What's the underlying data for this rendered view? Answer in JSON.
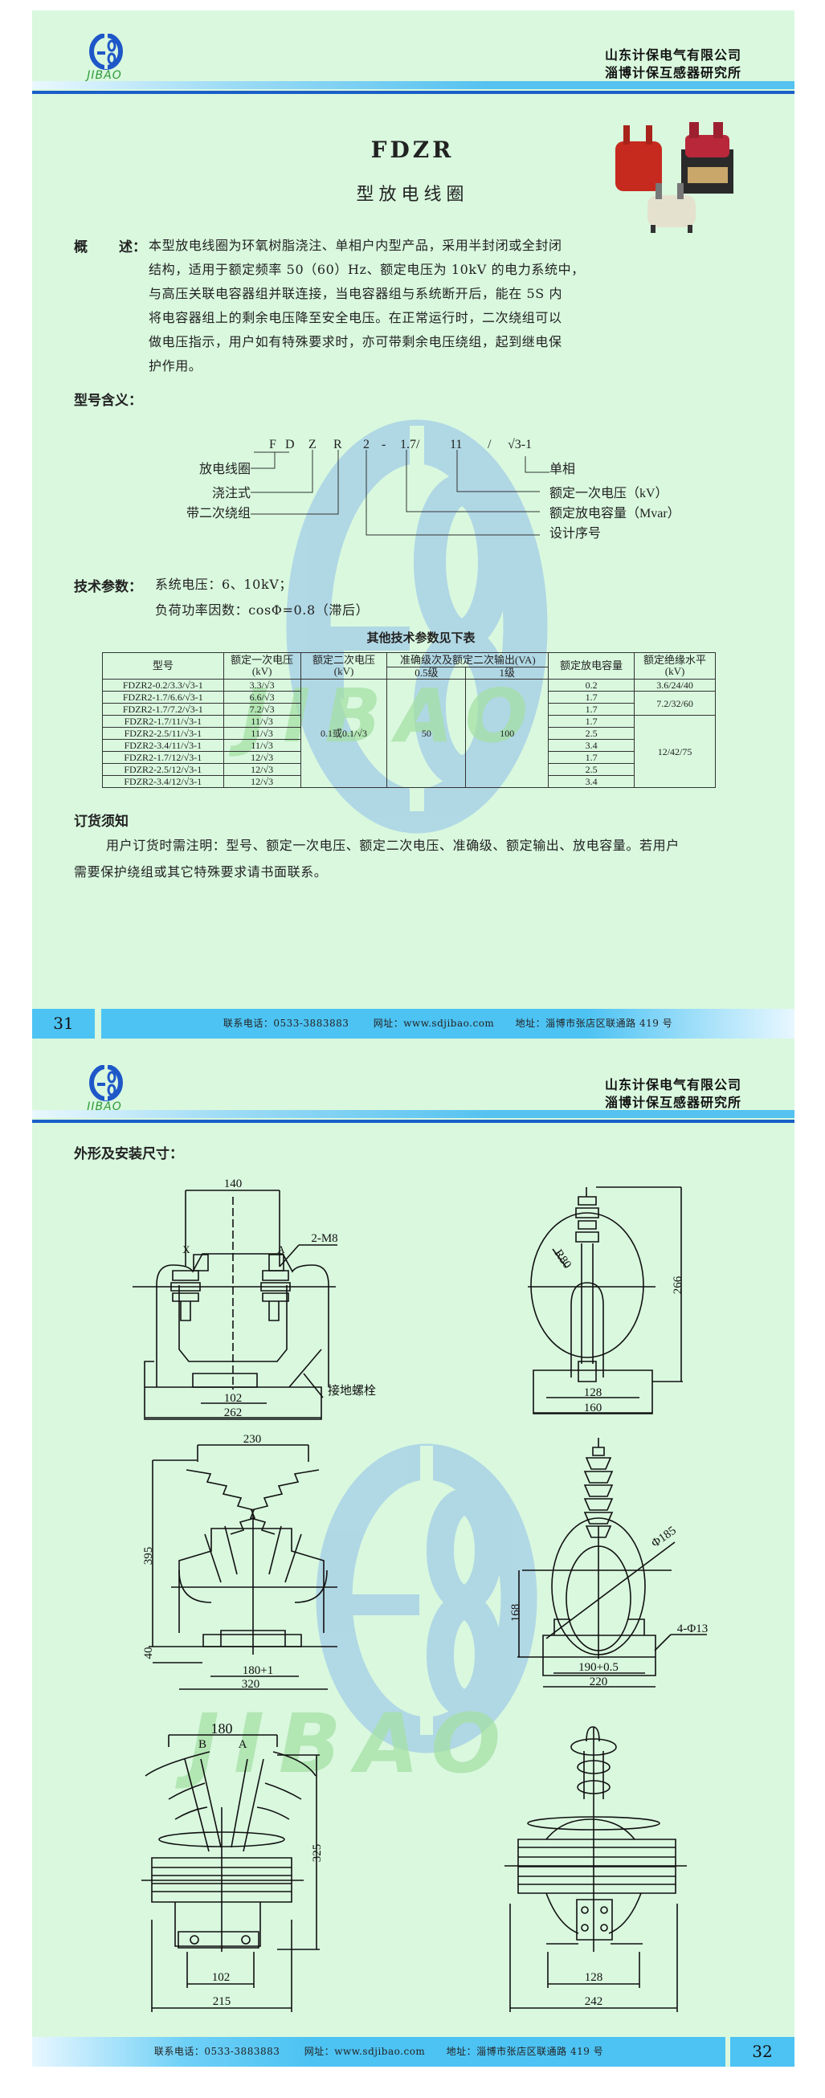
{
  "header": {
    "company_line1": "山东计保电气有限公司",
    "company_line2": "淄博计保互感器研究所",
    "logo_text": "JIBAO"
  },
  "colors": {
    "panel": "#d9f8de",
    "bar_blue": "#4dc3f3",
    "line_blue": "#1a5fc8",
    "logo_blue": "#1e57c8",
    "watermark_blue": "#a9d2e6",
    "watermark_green": "#a5e0a5"
  },
  "product": {
    "title": "FDZR",
    "subtitle": "型放电线圈"
  },
  "overview": {
    "label_1": "概",
    "label_2": "述：",
    "lines": [
      "本型放电线圈为环氧树脂浇注、单相户内型产品，采用半封闭或全封闭",
      "结构，适用于额定频率 50（60）Hz、额定电压为 10kV 的电力系统中，",
      "与高压关联电容器组并联连接，当电容器组与系统断开后，能在 5S 内",
      "将电容器组上的剩余电压降至安全电压。在正常运行时，二次绕组可以",
      "做电压指示，用户如有特殊要求时，亦可带剩余电压绕组，起到继电保",
      "护作用。"
    ]
  },
  "model": {
    "title": "型号含义：",
    "code": [
      "F",
      "D",
      "Z",
      "R",
      "2",
      "-",
      "1.7/",
      "11",
      "/",
      "√3-1"
    ],
    "labels": {
      "coil": "放电线圈",
      "cast": "浇注式",
      "secondary": "带二次绕组",
      "single_phase": "单相",
      "primary_voltage": "额定一次电压（kV）",
      "capacity": "额定放电容量（Mvar）",
      "design_no": "设计序号"
    }
  },
  "tech": {
    "title": "技术参数：",
    "system_voltage": "系统电压：6、10kV；",
    "power_factor": "负荷功率因数：cosΦ=0.8（滞后）"
  },
  "table": {
    "caption": "其他技术参数见下表",
    "headers": {
      "model": "型号",
      "primary": "额定一次电压",
      "primary_unit": "(kV)",
      "secondary": "额定二次电压",
      "secondary_unit": "(kV)",
      "accuracy": "准确级次及额定二次输出(VA)",
      "class_05": "0.5级",
      "class_1": "1级",
      "capacity": "额定放电容量",
      "insulation": "额定绝缘水平",
      "insulation_unit": "(kV)"
    },
    "shared": {
      "secondary": "0.1或0.1/√3",
      "output_05": "50",
      "output_1": "100"
    },
    "rows": [
      {
        "model": "FDZR2-0.2/3.3/√3-1",
        "primary": "3.3/√3",
        "capacity": "0.2"
      },
      {
        "model": "FDZR2-1.7/6.6/√3-1",
        "primary": "6.6/√3",
        "capacity": "1.7"
      },
      {
        "model": "FDZR2-1.7/7.2/√3-1",
        "primary": "7.2/√3",
        "capacity": "1.7"
      },
      {
        "model": "FDZR2-1.7/11/√3-1",
        "primary": "11/√3",
        "capacity": "1.7"
      },
      {
        "model": "FDZR2-2.5/11/√3-1",
        "primary": "11/√3",
        "capacity": "2.5"
      },
      {
        "model": "FDZR2-3.4/11/√3-1",
        "primary": "11/√3",
        "capacity": "3.4"
      },
      {
        "model": "FDZR2-1.7/12/√3-1",
        "primary": "12/√3",
        "capacity": "1.7"
      },
      {
        "model": "FDZR2-2.5/12/√3-1",
        "primary": "12/√3",
        "capacity": "2.5"
      },
      {
        "model": "FDZR2-3.4/12/√3-1",
        "primary": "12/√3",
        "capacity": "3.4"
      }
    ],
    "insulation_groups": [
      {
        "value": "3.6/24/40",
        "rows": 1
      },
      {
        "value": "7.2/32/60",
        "rows": 2
      },
      {
        "value": "12/42/75",
        "rows": 6
      }
    ]
  },
  "order": {
    "title": "订货须知",
    "line1": "用户订货时需注明：型号、额定一次电压、额定二次电压、准确级、额定输出、放电容量。若用户",
    "line2": "需要保护绕组或其它特殊要求请书面联系。"
  },
  "footer": {
    "phone": "联系电话：0533-3883883",
    "web": "网址：www.sdjibao.com",
    "address": "地址：淄博市张店区联通路 419 号",
    "page_left": "31",
    "page_right": "32"
  },
  "drawings": {
    "title": "外形及安装尺寸：",
    "d1": {
      "top": "140",
      "bolt": "2-M8",
      "x": "X",
      "a": "A",
      "inner": "102",
      "width": "262",
      "ground": "接地螺栓"
    },
    "d2": {
      "radius": "R80",
      "height": "266",
      "inner": "128",
      "width": "160"
    },
    "d3": {
      "top": "230",
      "height": "395",
      "base": "40",
      "inner": "180+1",
      "width": "320"
    },
    "d4": {
      "diameter": "Φ185",
      "height": "168",
      "holes": "4-Φ13",
      "inner": "190+0.5",
      "width": "220"
    },
    "d5": {
      "top": "180",
      "b": "B",
      "a": "A",
      "height": "325",
      "inner": "102",
      "width": "215"
    },
    "d6": {
      "inner": "128",
      "width": "242"
    }
  }
}
